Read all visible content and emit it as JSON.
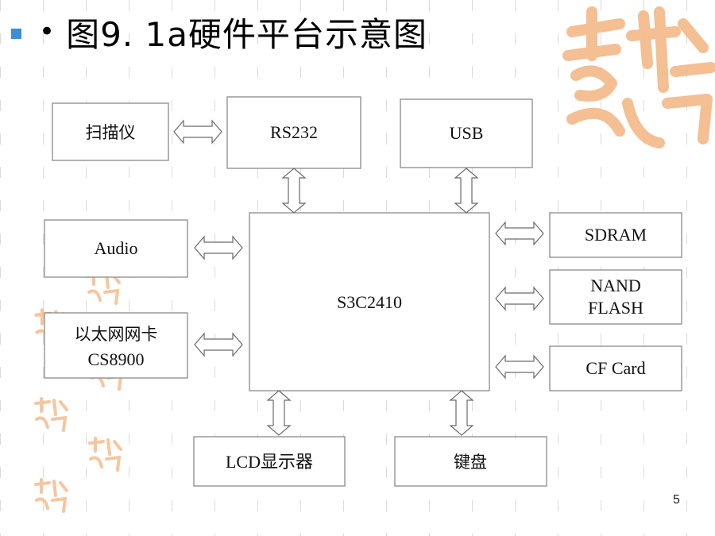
{
  "slide": {
    "title": "图9. 1a硬件平台示意图",
    "page_number": "5",
    "accent_color": "#3a8fd6",
    "seal_color": "#f3b47f"
  },
  "diagram": {
    "scanner": "扫描仪",
    "rs232": "RS232",
    "usb": "USB",
    "audio": "Audio",
    "cpu": "S3C2410",
    "ethernet_line1": "以太网网卡",
    "ethernet_line2": "CS8900",
    "sdram": "SDRAM",
    "nand_line1": "NAND",
    "nand_line2": "FLASH",
    "cf_card": "CF Card",
    "lcd": "LCD显示器",
    "keyboard": "键盘"
  }
}
